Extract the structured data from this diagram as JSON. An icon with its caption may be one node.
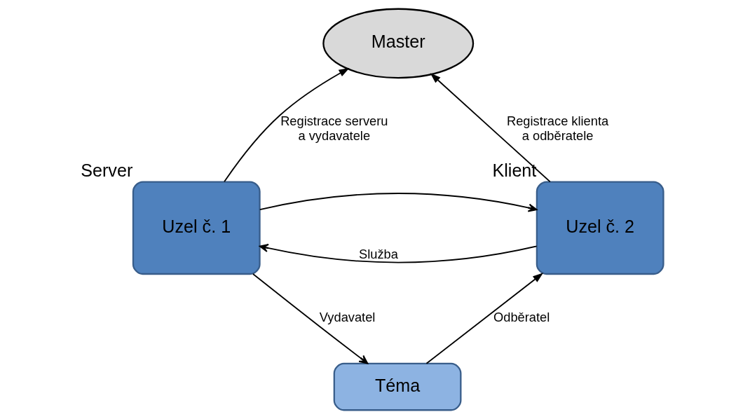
{
  "diagram": {
    "nodes": [
      {
        "text": [
          "Master"
        ]
      },
      {
        "text": [
          "Uzel č. 1"
        ],
        "beside": [
          "Server"
        ]
      },
      {
        "text": [
          "Uzel č. 2"
        ],
        "beside": [
          "Klient"
        ]
      },
      {
        "text": [
          "Téma"
        ]
      }
    ],
    "edges": [
      {
        "from": 1,
        "to": 0,
        "arrow": "to",
        "label": "Registrace serveru a vydavatele"
      },
      {
        "from": 2,
        "to": 0,
        "arrow": "to",
        "label": "Registrace klienta a odběratele"
      },
      {
        "from": 2,
        "to": 1,
        "arrow": "to",
        "label": "Služba"
      },
      {
        "from": 1,
        "to": 2,
        "arrow": "to"
      },
      {
        "from": 1,
        "to": 3,
        "arrow": "to",
        "label": "Vydavatel"
      },
      {
        "from": 3,
        "to": 2,
        "arrow": "to",
        "label": "Odběratel"
      }
    ]
  }
}
